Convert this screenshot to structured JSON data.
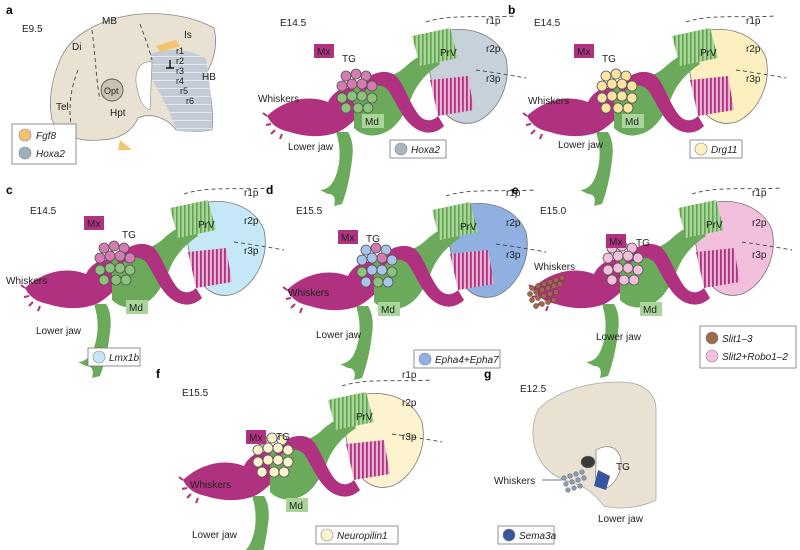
{
  "panels": {
    "a": {
      "letter": "a",
      "stage": "E9.5",
      "regions": {
        "mb": "MB",
        "di": "Di",
        "is": "Is",
        "tel": "Tel",
        "opt": "Opt",
        "hpt": "Hpt",
        "hb": "HB",
        "r1": "r1",
        "r2": "r2",
        "r3": "r3",
        "r4": "r4",
        "r5": "r5",
        "r6": "r6"
      },
      "legend": [
        {
          "label": "Fgf8",
          "color": "#f5c36e"
        },
        {
          "label": "Hoxa2",
          "color": "#9fb0bd"
        }
      ]
    },
    "b1": {
      "letter": "",
      "stage": "E14.5",
      "legend": "Hoxa2",
      "legend_color": "#a9b6c2"
    },
    "b": {
      "letter": "b",
      "stage": "E14.5",
      "legend": "Drg11",
      "legend_color": "#fdf0c0"
    },
    "c": {
      "letter": "c",
      "stage": "E14.5",
      "legend": "Lmx1b",
      "legend_color": "#c6e8f6"
    },
    "d": {
      "letter": "d",
      "stage": "E15.5",
      "legend": "Epha4+Epha7",
      "legend_color": "#8fb0e0"
    },
    "e": {
      "letter": "e",
      "stage": "E15.0",
      "legend": [
        {
          "label": "Slit1–3",
          "color": "#9a6a4a"
        },
        {
          "label": "Slit2+Robo1–2",
          "color": "#f2bfdc"
        }
      ]
    },
    "f": {
      "letter": "f",
      "stage": "E15.5",
      "legend": "Neuropilin1",
      "legend_color": "#fdf3cf"
    },
    "g": {
      "letter": "g",
      "stage": "E12.5",
      "tg": "TG",
      "whiskers": "Whiskers",
      "lower_jaw": "Lower jaw",
      "legend": "Sema3a",
      "legend_color": "#3a55a0"
    }
  },
  "common": {
    "whiskers": "Whiskers",
    "lower_jaw": "Lower jaw",
    "mx": "Mx",
    "md": "Md",
    "tg": "TG",
    "prv": "PrV",
    "r1p": "r1p",
    "r2p": "r2p",
    "r3p": "r3p"
  },
  "colors": {
    "magenta": "#b0317f",
    "green": "#6aaa5a",
    "light_green": "#a9d49a",
    "embryo": "#e9e2d3",
    "hoxa2": "#b9c6d1"
  }
}
